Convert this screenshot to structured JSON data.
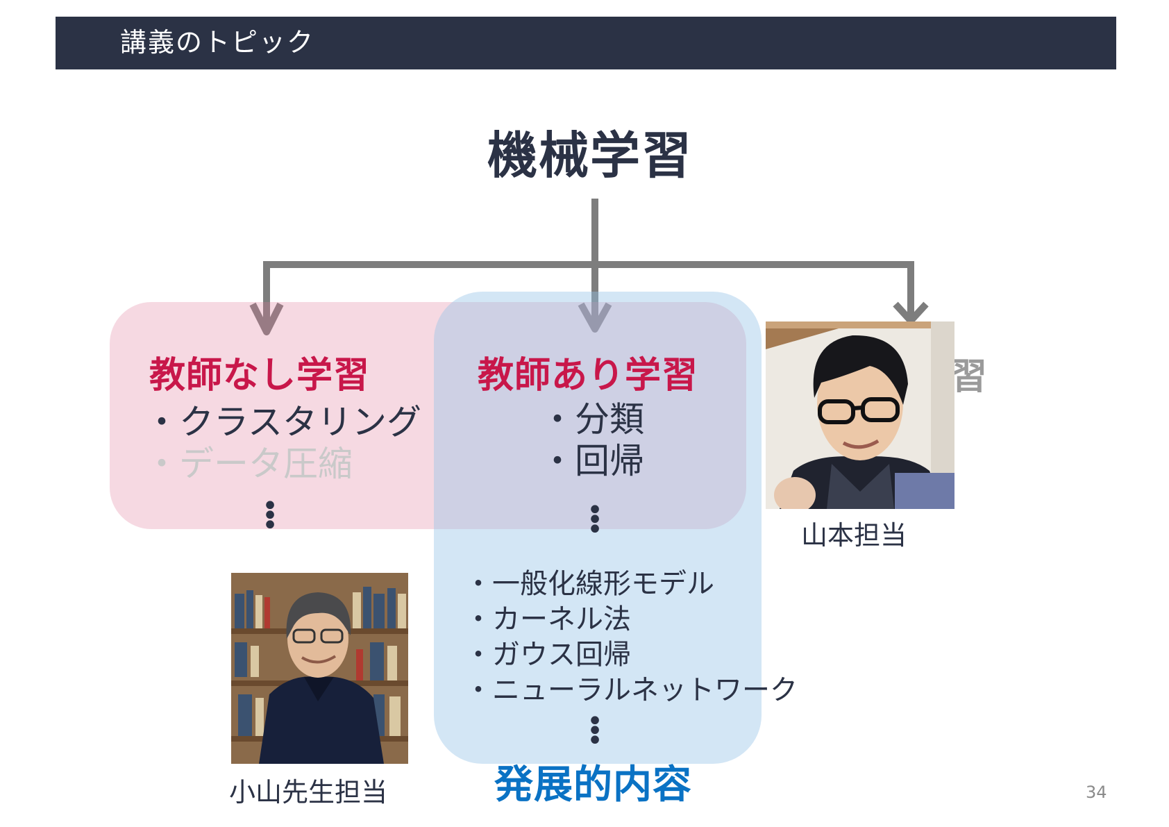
{
  "header": {
    "title": "講義のトピック"
  },
  "main_title": "機械学習",
  "unsupervised": {
    "heading": "教師なし学習",
    "items": [
      {
        "label": "・クラスタリング",
        "faded": false
      },
      {
        "label": "・データ圧縮",
        "faded": true
      }
    ]
  },
  "supervised": {
    "heading": "教師あり学習",
    "items": [
      {
        "label": "・分類"
      },
      {
        "label": "・回帰"
      }
    ]
  },
  "third_branch": {
    "heading_partial": "習"
  },
  "advanced": {
    "items": [
      {
        "label": "・一般化線形モデル"
      },
      {
        "label": "・カーネル法"
      },
      {
        "label": "・ガウス回帰"
      },
      {
        "label": "・ニューラルネットワーク"
      }
    ],
    "title": "発展的内容"
  },
  "people": {
    "yamamoto_caption": "山本担当",
    "koyama_caption": "小山先生担当"
  },
  "page_number": "34",
  "colors": {
    "header_bg": "#2b3245",
    "red_heading": "#c8174a",
    "blue_heading": "#0a72c4",
    "connector": "#7d7d7d"
  }
}
